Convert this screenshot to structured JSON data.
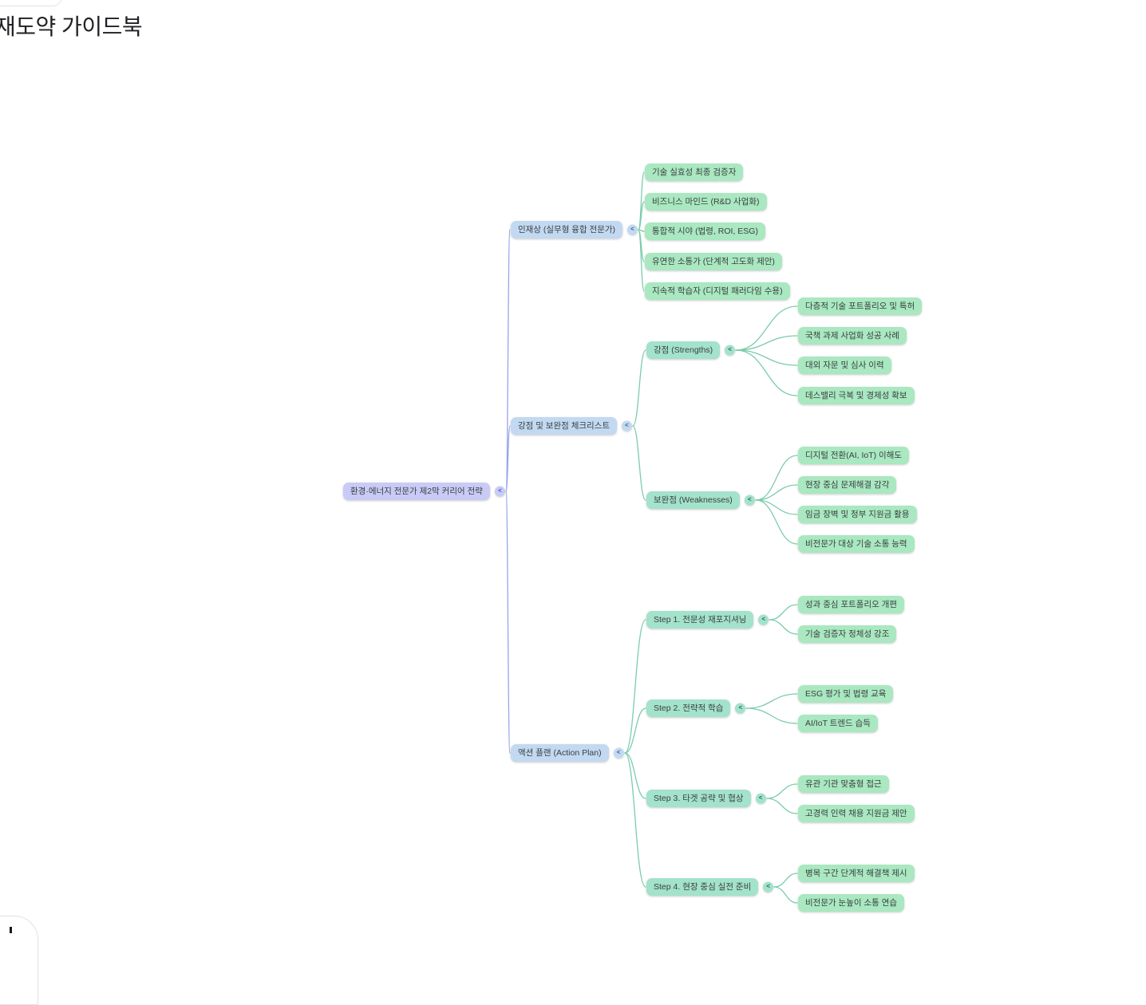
{
  "page": {
    "title": "재도약 가이드북"
  },
  "ui": {
    "toggle_glyph": "<"
  },
  "colors": {
    "root_bg": "#c9cbf6",
    "level1_bg": "#c2d9f1",
    "green_parent_bg": "#a3e2cb",
    "green_leaf_bg": "#a9e8c0",
    "edge_blue": "#94a5ea",
    "edge_green": "#7bccab",
    "node_text": "#3c4043"
  },
  "mindmap": {
    "nodes": {
      "root": {
        "label": "환경·에너지 전문가 제2막 커리어 전략"
      },
      "talent": {
        "label": "인재상 (실무형 융합 전문가)"
      },
      "t1": {
        "label": "기술 실효성 최종 검증자"
      },
      "t2": {
        "label": "비즈니스 마인드 (R&D 사업화)"
      },
      "t3": {
        "label": "통합적 시야 (법령, ROI, ESG)"
      },
      "t4": {
        "label": "유연한 소통가 (단계적 고도화 제안)"
      },
      "t5": {
        "label": "지속적 학습자 (디지털 패러다임 수용)"
      },
      "checklist": {
        "label": "강점 및 보완점 체크리스트"
      },
      "strengths": {
        "label": "강점 (Strengths)"
      },
      "s1": {
        "label": "다층적 기술 포트폴리오 및 특허"
      },
      "s2": {
        "label": "국책 과제 사업화 성공 사례"
      },
      "s3": {
        "label": "대외 자문 및 심사 이력"
      },
      "s4": {
        "label": "데스밸리 극복 및 경제성 확보"
      },
      "weaknesses": {
        "label": "보완점 (Weaknesses)"
      },
      "w1": {
        "label": "디지털 전환(AI, IoT) 이해도"
      },
      "w2": {
        "label": "현장 중심 문제해결 감각"
      },
      "w3": {
        "label": "임금 장벽 및 정부 지원금 활용"
      },
      "w4": {
        "label": "비전문가 대상 기술 소통 능력"
      },
      "action": {
        "label": "액션 플랜 (Action Plan)"
      },
      "step1": {
        "label": "Step 1. 전문성 재포지셔닝"
      },
      "a11": {
        "label": "성과 중심 포트폴리오 개편"
      },
      "a12": {
        "label": "기술 검증자 정체성 강조"
      },
      "step2": {
        "label": "Step 2. 전략적 학습"
      },
      "a21": {
        "label": "ESG 평가 및 법령 교육"
      },
      "a22": {
        "label": "AI/IoT 트렌드 습득"
      },
      "step3": {
        "label": "Step 3. 타겟 공략 및 협상"
      },
      "a31": {
        "label": "유관 기관 맞춤형 접근"
      },
      "a32": {
        "label": "고경력 인력 채용 지원금 제안"
      },
      "step4": {
        "label": "Step 4. 현장 중심 실전 준비"
      },
      "a41": {
        "label": "병목 구간 단계적 해결책 제시"
      },
      "a42": {
        "label": "비전문가 눈높이 소통 연습"
      }
    },
    "edges": [
      [
        "root",
        "talent"
      ],
      [
        "root",
        "checklist"
      ],
      [
        "root",
        "action"
      ],
      [
        "talent",
        "t1"
      ],
      [
        "talent",
        "t2"
      ],
      [
        "talent",
        "t3"
      ],
      [
        "talent",
        "t4"
      ],
      [
        "talent",
        "t5"
      ],
      [
        "checklist",
        "strengths"
      ],
      [
        "checklist",
        "weaknesses"
      ],
      [
        "strengths",
        "s1"
      ],
      [
        "strengths",
        "s2"
      ],
      [
        "strengths",
        "s3"
      ],
      [
        "strengths",
        "s4"
      ],
      [
        "weaknesses",
        "w1"
      ],
      [
        "weaknesses",
        "w2"
      ],
      [
        "weaknesses",
        "w3"
      ],
      [
        "weaknesses",
        "w4"
      ],
      [
        "action",
        "step1"
      ],
      [
        "action",
        "step2"
      ],
      [
        "action",
        "step3"
      ],
      [
        "action",
        "step4"
      ],
      [
        "step1",
        "a11"
      ],
      [
        "step1",
        "a12"
      ],
      [
        "step2",
        "a21"
      ],
      [
        "step2",
        "a22"
      ],
      [
        "step3",
        "a31"
      ],
      [
        "step3",
        "a32"
      ],
      [
        "step4",
        "a41"
      ],
      [
        "step4",
        "a42"
      ]
    ]
  }
}
